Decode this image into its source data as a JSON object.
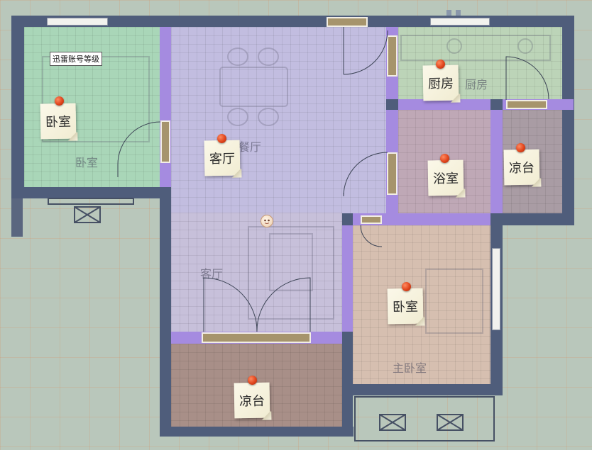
{
  "tooltip": {
    "text": "迅雷账号等级"
  },
  "markers": [
    {
      "id": "bedroom-left",
      "label": "卧室"
    },
    {
      "id": "living-room",
      "label": "客厅"
    },
    {
      "id": "kitchen",
      "label": "厨房"
    },
    {
      "id": "bathroom",
      "label": "浴室"
    },
    {
      "id": "balcony-right",
      "label": "凉台"
    },
    {
      "id": "master-bedroom",
      "label": "卧室"
    },
    {
      "id": "balcony-bottom",
      "label": "凉台"
    }
  ],
  "floor_labels": {
    "bedroom_left": "卧室",
    "dining": "餐厅",
    "living": "客厅",
    "kitchen": "厨房",
    "master_bedroom": "主卧室"
  },
  "colors": {
    "wall": "#4f5d7b",
    "passage": "#a58be0",
    "bedroom_left": "#a9d6b8",
    "living": "#c2bde0",
    "kitchen": "#bcd4b8",
    "bathroom": "#bfa8b6",
    "balcony_right": "#a99ca4",
    "master_bedroom": "#d6bfb0",
    "balcony_bottom": "#a88f88",
    "pin": "#e0441c"
  },
  "icons": {
    "avatar": "smiley-face-icon",
    "pin": "push-pin-icon"
  }
}
